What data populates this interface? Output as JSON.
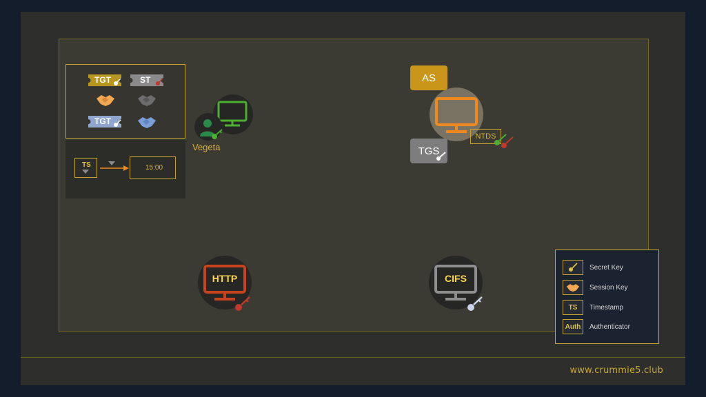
{
  "footer": {
    "site": "www.crummie5.club"
  },
  "tickets": {
    "tgt_label": "TGT",
    "st_label": "ST",
    "tgt2_label": "TGT"
  },
  "timestamp_panel": {
    "ts_label": "TS",
    "time_value": "15:00"
  },
  "user": {
    "name": "Vegeta"
  },
  "kdc": {
    "as_label": "AS",
    "tgs_label": "TGS",
    "ntds_label": "NTDS"
  },
  "services": {
    "http_label": "HTTP",
    "cifs_label": "CIFS"
  },
  "legend": {
    "items": [
      {
        "icon": "key-icon",
        "text": "Secret Key"
      },
      {
        "icon": "handshake-icon",
        "text": "Session Key"
      },
      {
        "icon_text": "TS",
        "text": "Timestamp"
      },
      {
        "icon_text": "Auth",
        "text": "Authenticator"
      }
    ]
  },
  "colors": {
    "gold": "#c9a42e",
    "green": "#4caf32",
    "orange": "#f08a1e",
    "http_red": "#c7431e",
    "gray": "#8e8e8e",
    "blue": "#7d9fd8",
    "red_key": "#c0392b"
  }
}
